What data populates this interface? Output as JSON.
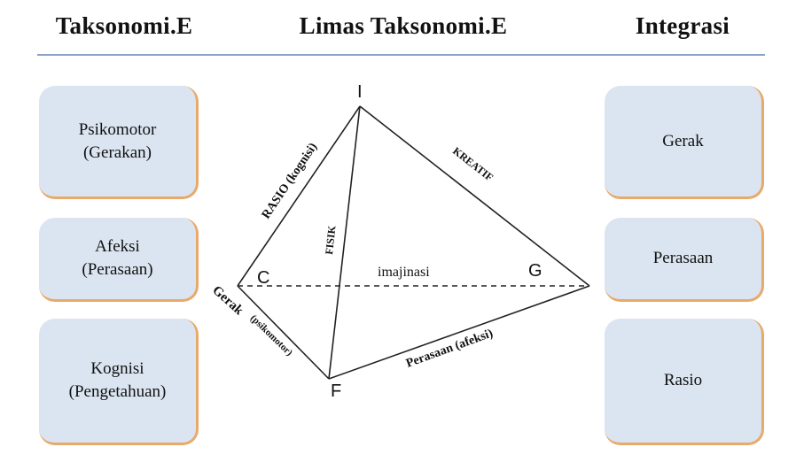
{
  "headers": {
    "left": "Taksonomi.E",
    "center": "Limas Taksonomi.E",
    "right": "Integrasi"
  },
  "left_cards": [
    {
      "line1": "Psikomotor",
      "line2": "(Gerakan)"
    },
    {
      "line1": "Afeksi",
      "line2": "(Perasaan)"
    },
    {
      "line1": "Kognisi",
      "line2": "(Pengetahuan)"
    }
  ],
  "right_cards": [
    {
      "label": "Gerak"
    },
    {
      "label": "Perasaan"
    },
    {
      "label": "Rasio"
    }
  ],
  "pyramid": {
    "vertex_top": "I",
    "vertex_left": "C",
    "vertex_right": "G",
    "vertex_bottom": "F",
    "label_gerak": "Gerak",
    "label_psikomotor": "(psikomotor)",
    "label_rasio": "RASIO (kognisi)",
    "label_kreatif": "KREATIF",
    "label_fisik": "FISIK",
    "label_imajinasi": "imajinasi",
    "label_perasaan": "Perasaan (afeksi)"
  },
  "colors": {
    "card_fill": "#dbe5f1",
    "card_shadow": "#e8a96a",
    "rule": "#8aa3c7"
  }
}
